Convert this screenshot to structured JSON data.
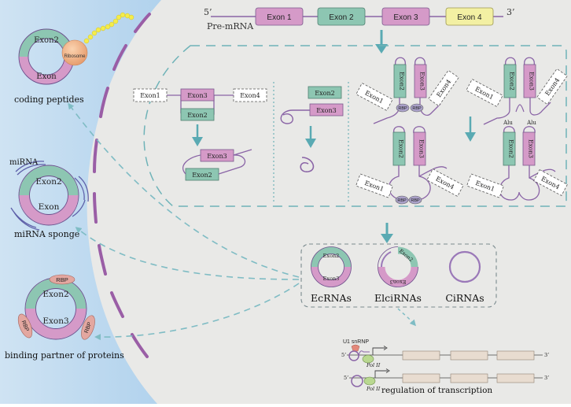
{
  "premrna": {
    "five_prime": "5’",
    "three_prime": "3’",
    "label": "Pre-mRNA",
    "exons": [
      "Exon 1",
      "Exon 2",
      "Exon 3",
      "Exon 4"
    ]
  },
  "mech": {
    "exon1": "Exon1",
    "exon2": "Exon2",
    "exon3": "Exon3",
    "exon4": "Exon4",
    "rbp": "RBP",
    "alu": "Alu"
  },
  "products": {
    "ecrna": "EcRNAs",
    "elcirna": "ElciRNAs",
    "cirna": "CiRNAs"
  },
  "transcription": {
    "u1": "U1 snRNP",
    "pol": "Pol II",
    "five": "5’",
    "three": "3’",
    "caption": "regulation of transcription"
  },
  "functions": {
    "ribosome": "Ribosome",
    "exon2": "Exon2",
    "exon": "Exon",
    "exon3": "Exon3",
    "coding": "coding peptides",
    "mirna": "miRNA",
    "sponge": "miRNA sponge",
    "rbp": "RBP",
    "binding": "binding partner of proteins"
  },
  "colors": {
    "exon_pink": "#d59ac8",
    "exon_teal": "#8dc6b2",
    "exon_yellow": "#f3f0a3",
    "intron_purple": "#8a64a6",
    "arrow_teal": "#5aaab3",
    "membrane": "#9a5ea6"
  }
}
